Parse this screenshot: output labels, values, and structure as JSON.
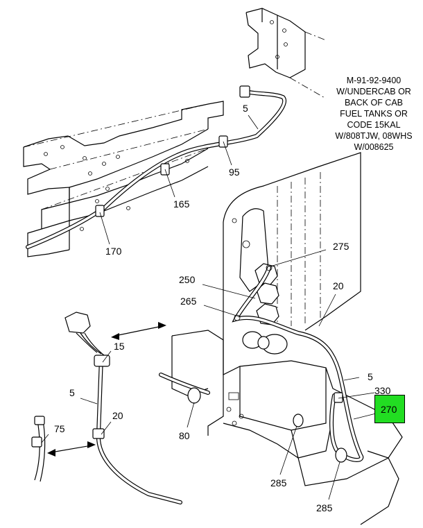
{
  "note": {
    "lines": [
      "M-91-92-9400",
      "W/UNDERCAB OR",
      "BACK OF CAB",
      "FUEL TANKS OR",
      "CODE 15KAL",
      "W/808TJW, 08WHS",
      "W/008625"
    ]
  },
  "callouts": {
    "c5_top": "5",
    "c95": "95",
    "c165": "165",
    "c170": "170",
    "c275": "275",
    "c250": "250",
    "c265": "265",
    "c20_right": "20",
    "c5_right": "5",
    "c330": "330",
    "c270": "270",
    "c80": "80",
    "c285_left": "285",
    "c285_bottom": "285",
    "c15": "15",
    "c5_left": "5",
    "c20_left": "20",
    "c75": "75"
  },
  "colors": {
    "highlight": "#22dd22",
    "line": "#000000",
    "background": "#ffffff"
  }
}
